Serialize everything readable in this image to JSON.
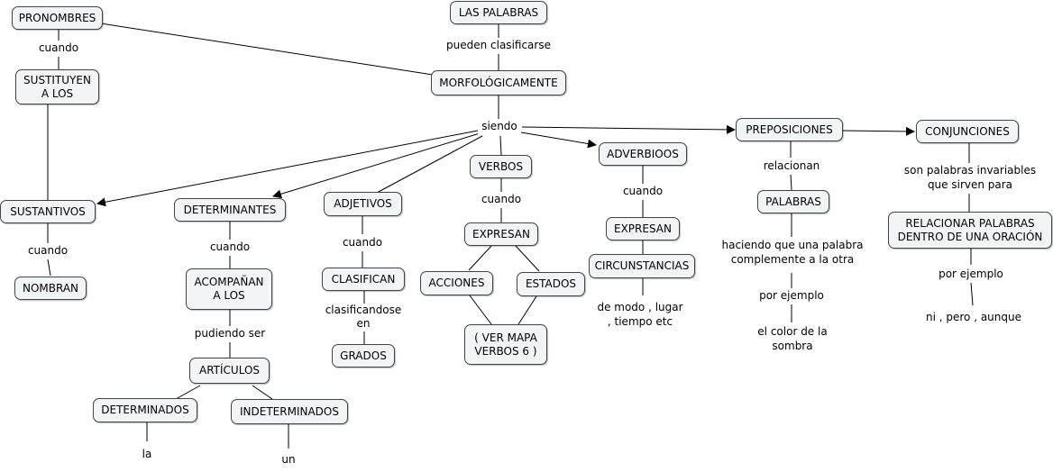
{
  "concepts": {
    "pronombres": "PRONOMBRES",
    "sustituyen": "SUSTITUYEN\nA LOS",
    "las_palabras": "LAS PALABRAS",
    "morfologicamente": "MORFOLÓGICAMENTE",
    "sustantivos": "SUSTANTIVOS",
    "nombran": "NOMBRAN",
    "determinantes": "DETERMINANTES",
    "acompanan": "ACOMPAÑAN\nA LOS",
    "articulos": "ARTÍCULOS",
    "determinados": "DETERMINADOS",
    "indeterminados": "INDETERMINADOS",
    "adjetivos": "ADJETIVOS",
    "clasifican": "CLASIFICAN",
    "grados": "GRADOS",
    "verbos": "VERBOS",
    "expresan_verbos": "EXPRESAN",
    "acciones": "ACCIONES",
    "estados": "ESTADOS",
    "ver_mapa": "( VER MAPA\nVERBOS 6 )",
    "adverbios": "ADVERBIOOS",
    "expresan_adverbios": "EXPRESAN",
    "circunstancias": "CIRCUNSTANCIAS",
    "preposiciones": "PREPOSICIONES",
    "palabras": "PALABRAS",
    "conjunciones": "CONJUNCIONES",
    "relacionar": "RELACIONAR PALABRAS\nDENTRO DE UNA ORACIÓN"
  },
  "linking_phrases": {
    "cuando_pronombres": "cuando",
    "pueden_clasificarse": "pueden clasificarse",
    "siendo": "siendo",
    "cuando_sustantivos": "cuando",
    "cuando_determinantes": "cuando",
    "pudiendo_ser": "pudiendo ser",
    "la": "la",
    "un": "un",
    "cuando_adjetivos": "cuando",
    "clasificandose_en": "clasificandose\nen",
    "cuando_verbos": "cuando",
    "cuando_adverbios": "cuando",
    "de_modo": "de modo , lugar\n, tiempo etc",
    "relacionan": "relacionan",
    "haciendo_que": "haciendo que una palabra\ncomplemente a la otra",
    "por_ejemplo_prep": "por ejemplo",
    "el_color": "el color de la\nsombra",
    "son_palabras": "son palabras invariables\nque sirven para",
    "por_ejemplo_conj": "por ejemplo",
    "ni_pero": "ni , pero , aunque"
  },
  "colors": {
    "node_fill": "#f1f5f6",
    "node_border": "#444444",
    "line": "#000000"
  }
}
